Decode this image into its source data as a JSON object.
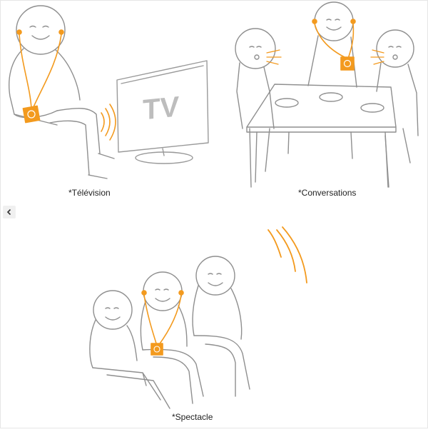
{
  "captions": {
    "television": "*Télévision",
    "conversations": "*Conversations",
    "spectacle": "*Spectacle"
  },
  "tv_screen_text": "TV",
  "nav": {
    "prev_icon": "chevron-left-icon"
  },
  "colors": {
    "line": "#9a9a9a",
    "accent": "#f39a1e",
    "background": "#ffffff"
  }
}
